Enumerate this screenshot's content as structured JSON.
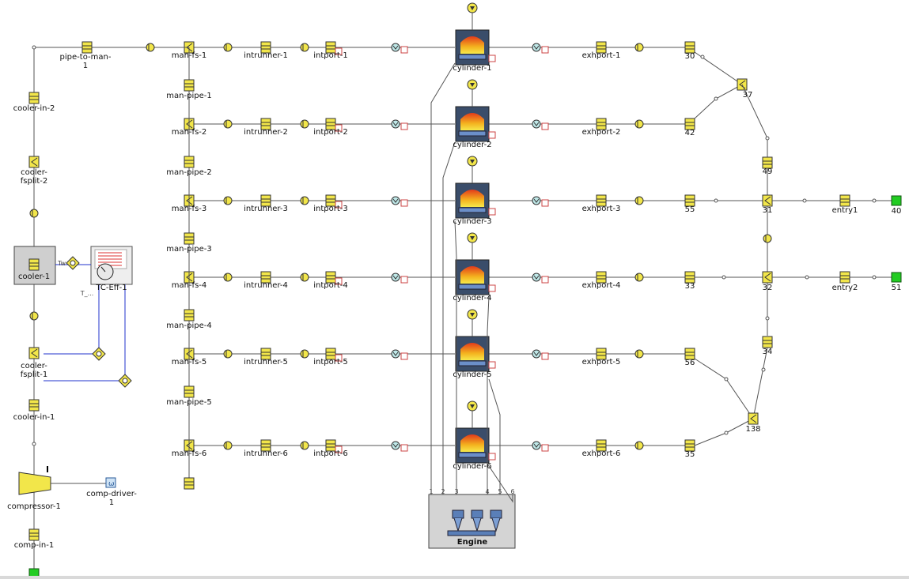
{
  "labels": {
    "pipe_to_man": "pipe-to-man-\n1",
    "cooler_in_2": "cooler-in-2",
    "cooler_fsplit_2": "cooler-\nfsplit-2",
    "cooler_1": "cooler-1",
    "tc_eff": "TC-Eff-1",
    "cooler_fsplit_1": "cooler-\nfsplit-1",
    "cooler_in_1": "cooler-in-1",
    "compressor": "compressor-1",
    "comp_driver": "comp-driver-\n1",
    "comp_in": "comp-in-1",
    "engine": "Engine",
    "tw_label": "Tw",
    "t_label": "T_..."
  },
  "rows": [
    {
      "manfs": "man-fs-1",
      "intrunner": "intrunner-1",
      "intport": "intport-1",
      "cylinder": "cylinder-1",
      "exhport": "exhport-1",
      "outlet": "30"
    },
    {
      "manfs": "man-fs-2",
      "intrunner": "intrunner-2",
      "intport": "intport-2",
      "cylinder": "cylinder-2",
      "exhport": "exhport-2",
      "outlet": "42"
    },
    {
      "manfs": "man-fs-3",
      "intrunner": "intrunner-3",
      "intport": "intport-3",
      "cylinder": "cylinder-3",
      "exhport": "exhport-3",
      "outlet": "55"
    },
    {
      "manfs": "man-fs-4",
      "intrunner": "intrunner-4",
      "intport": "intport-4",
      "cylinder": "cylinder-4",
      "exhport": "exhport-4",
      "outlet": "33"
    },
    {
      "manfs": "man-fs-5",
      "intrunner": "intrunner-5",
      "intport": "intport-5",
      "cylinder": "cylinder-5",
      "exhport": "exhport-5",
      "outlet": "56"
    },
    {
      "manfs": "man-fs-6",
      "intrunner": "intrunner-6",
      "intport": "intport-6",
      "cylinder": "cylinder-6",
      "exhport": "exhport-6",
      "outlet": "35"
    }
  ],
  "man_pipes": [
    "man-pipe-1",
    "man-pipe-2",
    "man-pipe-3",
    "man-pipe-4",
    "man-pipe-5"
  ],
  "exhaust": {
    "j37": "37",
    "j49": "49",
    "j31": "31",
    "j32": "32",
    "j34": "34",
    "j138": "138",
    "entry1": "entry1",
    "entry2": "entry2",
    "end40": "40",
    "end51": "51"
  },
  "engine_ports": [
    "1",
    "2",
    "3",
    "4",
    "5",
    "6"
  ],
  "colors": {
    "pipe": "#555555",
    "signal": "#2233cc",
    "yellow": "#f2e64a",
    "outline": "#333333",
    "green": "#22cc22",
    "box_gray": "#cfcfcf"
  }
}
